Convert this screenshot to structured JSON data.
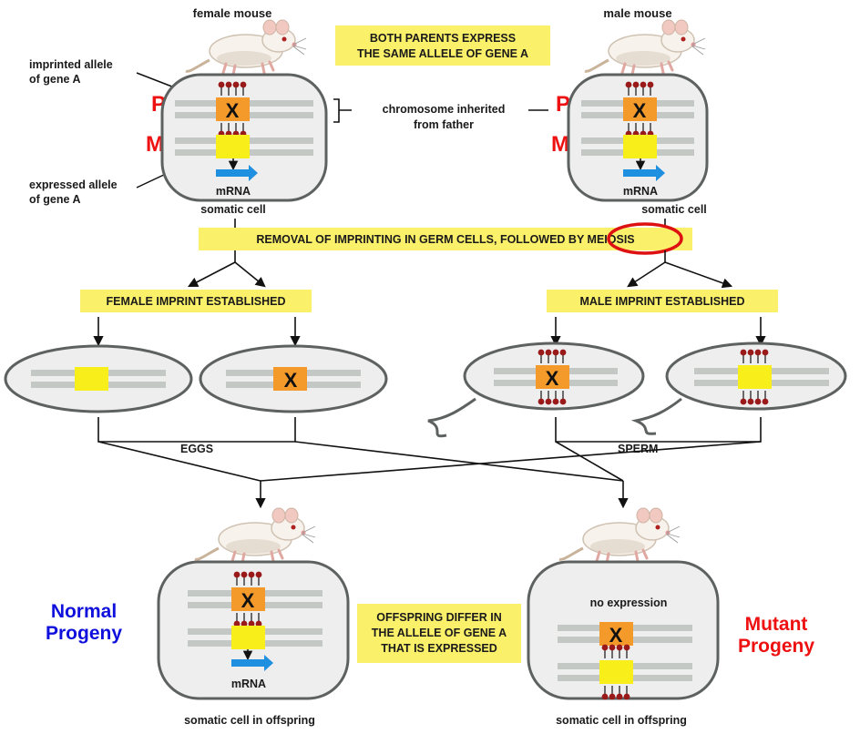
{
  "top": {
    "female_label": "female mouse",
    "male_label": "male mouse",
    "both_parents_line1": "BOTH PARENTS EXPRESS",
    "both_parents_line2": "THE SAME ALLELE OF GENE A",
    "imprinted_allele_line1": "imprinted allele",
    "imprinted_allele_line2": "of gene A",
    "expressed_allele_line1": "expressed allele",
    "expressed_allele_line2": "of gene A",
    "chrom_father_line1": "chromosome inherited",
    "chrom_father_line2": "from father",
    "p_label": "P",
    "m_label": "M",
    "mrna": "mRNA",
    "somatic_cell": "somatic cell",
    "x_mark": "X"
  },
  "middle": {
    "removal": "REMOVAL OF IMPRINTING IN GERM CELLS, FOLLOWED BY MEIOSIS",
    "female_imprint": "FEMALE IMPRINT ESTABLISHED",
    "male_imprint": "MALE IMPRINT ESTABLISHED",
    "eggs": "EGGS",
    "sperm": "SPERM"
  },
  "bottom": {
    "normal_line1": "Normal",
    "normal_line2": "Progeny",
    "mutant_line1": "Mutant",
    "mutant_line2": "Progeny",
    "offspring_line1": "OFFSPRING DIFFER IN",
    "offspring_line2": "THE ALLELE OF GENE A",
    "offspring_line3": "THAT IS EXPRESSED",
    "no_expression": "no expression",
    "somatic_offspring": "somatic cell in offspring"
  },
  "colors": {
    "highlight_box": "#fbf06a",
    "imprint_orange": "#f39a2a",
    "expressed_yellow": "#f7ee1a",
    "chromosome_gray": "#c4c8c4",
    "methyl_red": "#9a1a1a",
    "arrow_blue": "#1f8fe0",
    "cell_outline": "#5d6260",
    "cell_fill": "#edeeed",
    "normal_blue": "#1010dd",
    "mutant_red": "#ee1111",
    "pm_red": "#ee1111",
    "meiosis_circle": "#dd1111"
  }
}
